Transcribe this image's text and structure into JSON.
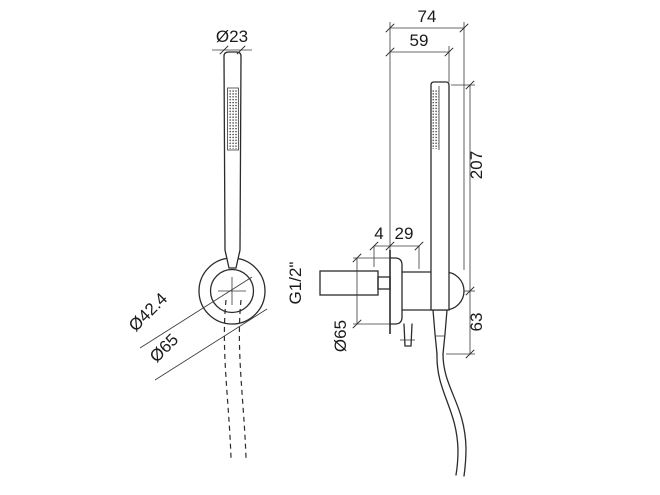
{
  "drawing": {
    "labels": {
      "head_diameter": "Ø23",
      "total_depth": "74",
      "face_depth": "59",
      "wand_length": "207",
      "drop_below_axis": "63",
      "plate_offset": "4",
      "bracket_depth": "29",
      "thread_size": "G1/2\"",
      "escutcheon_diameter_side": "Ø65",
      "holder_inner_diameter": "Ø42.4",
      "escutcheon_diameter_front": "Ø65"
    },
    "colors": {
      "line": "#2b2b2b",
      "background": "#ffffff"
    }
  }
}
